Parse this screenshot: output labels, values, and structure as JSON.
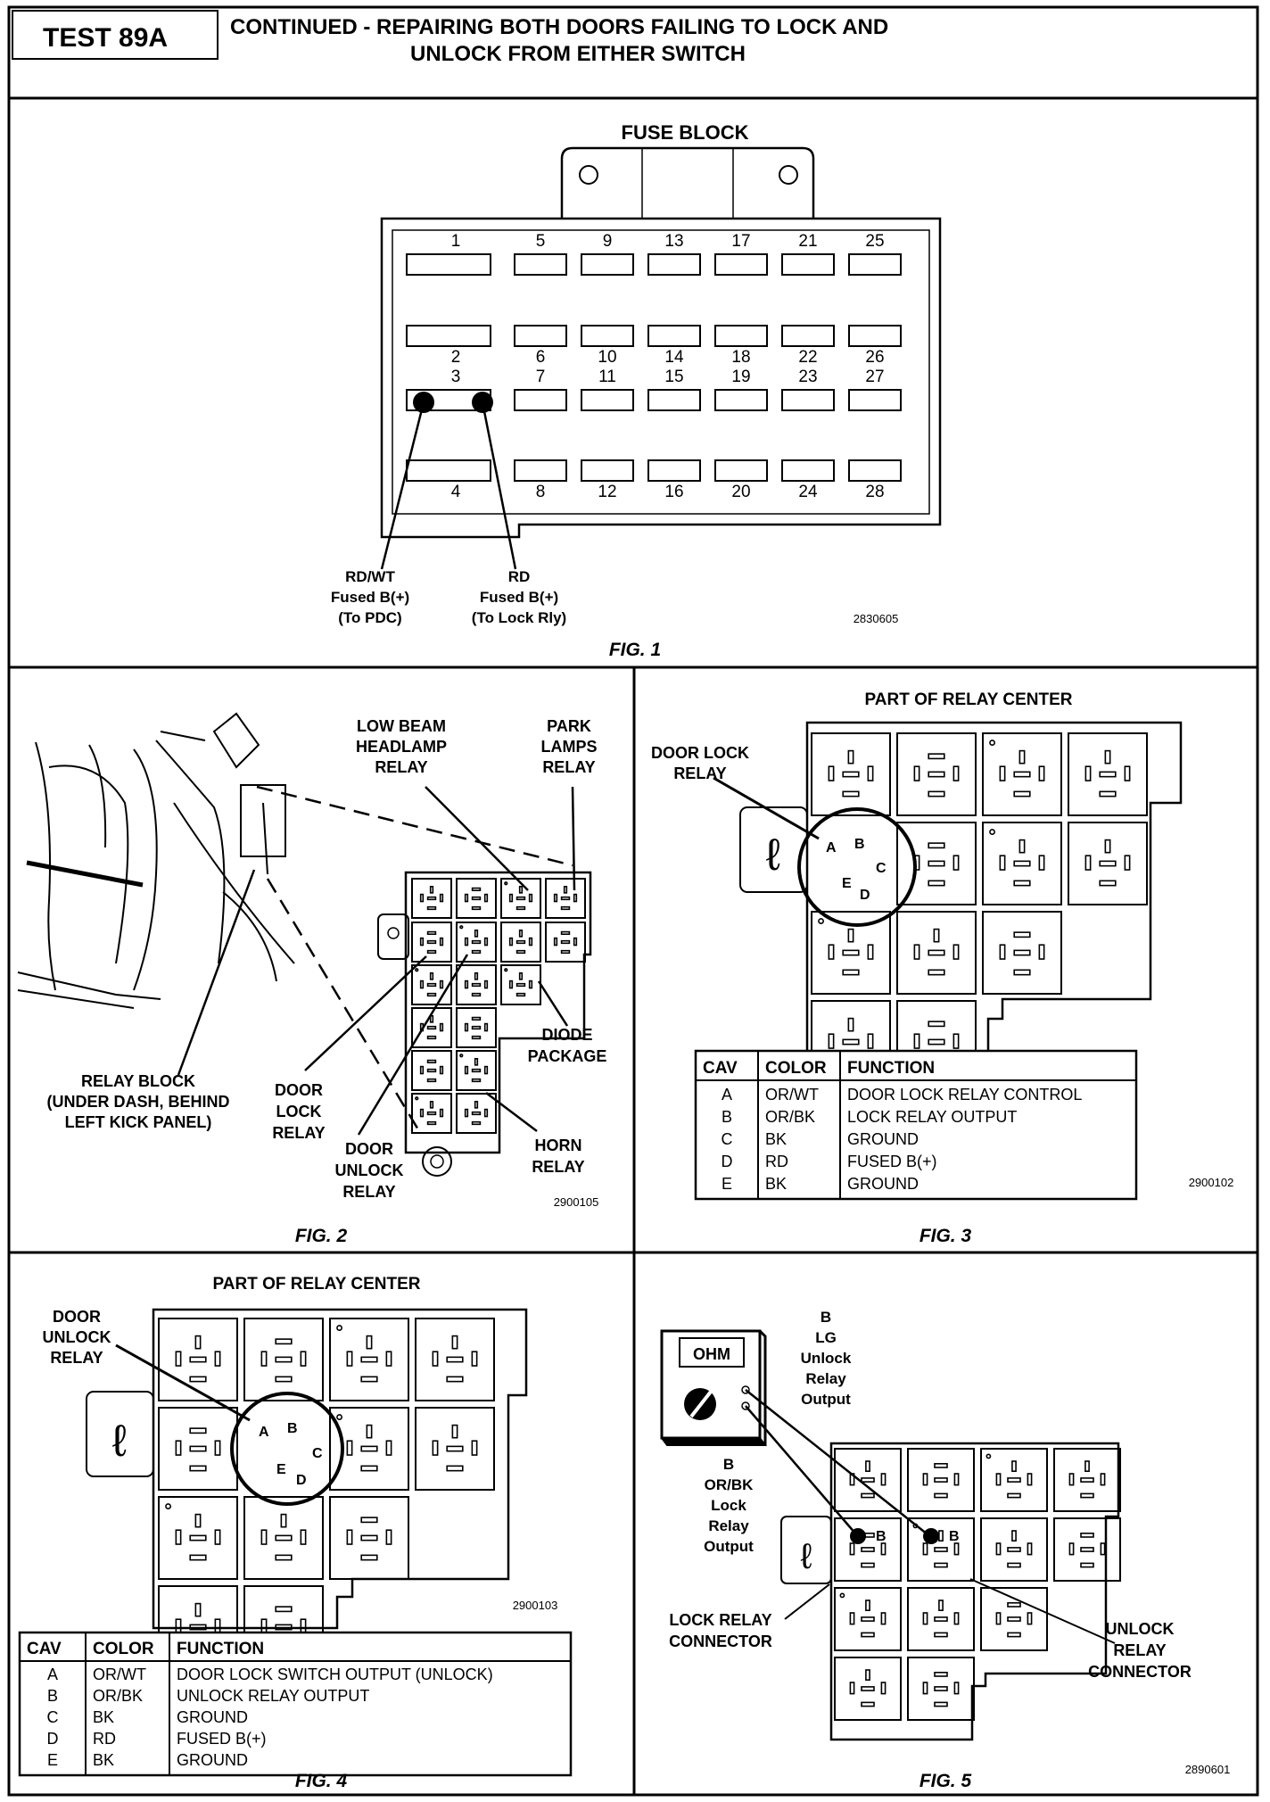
{
  "header": {
    "test_id": "TEST 89A",
    "title_line1": "CONTINUED -  REPAIRING BOTH DOORS FAILING TO LOCK AND",
    "title_line2": "UNLOCK FROM EITHER SWITCH"
  },
  "fig1": {
    "title": "FUSE BLOCK",
    "caption": "FIG. 1",
    "part_no": "2830605",
    "row1_numbers": [
      "1",
      "5",
      "9",
      "13",
      "17",
      "21",
      "25"
    ],
    "row2_numbers": [
      "2",
      "6",
      "10",
      "14",
      "18",
      "22",
      "26"
    ],
    "row3_numbers": [
      "3",
      "7",
      "11",
      "15",
      "19",
      "23",
      "27"
    ],
    "row4_numbers": [
      "4",
      "8",
      "12",
      "16",
      "20",
      "24",
      "28"
    ],
    "label_left": [
      "RD/WT",
      "Fused B(+)",
      "(To PDC)"
    ],
    "label_right": [
      "RD",
      "Fused B(+)",
      "(To Lock Rly)"
    ]
  },
  "fig2": {
    "caption": "FIG. 2",
    "part_no": "2900105",
    "low_beam": [
      "LOW BEAM",
      "HEADLAMP",
      "RELAY"
    ],
    "park_lamps": [
      "PARK",
      "LAMPS",
      "RELAY"
    ],
    "relay_block": [
      "RELAY BLOCK",
      "(UNDER DASH, BEHIND",
      "LEFT KICK PANEL)"
    ],
    "door_lock": [
      "DOOR",
      "LOCK",
      "RELAY"
    ],
    "door_unlock": [
      "DOOR",
      "UNLOCK",
      "RELAY"
    ],
    "diode": [
      "DIODE",
      "PACKAGE"
    ],
    "horn": [
      "HORN",
      "RELAY"
    ]
  },
  "fig3": {
    "title": "PART OF RELAY CENTER",
    "caption": "FIG. 3",
    "part_no": "2900102",
    "callout": [
      "DOOR LOCK",
      "RELAY"
    ],
    "pins": [
      "A",
      "B",
      "C",
      "D",
      "E"
    ],
    "table": {
      "headers": [
        "CAV",
        "COLOR",
        "FUNCTION"
      ],
      "rows": [
        [
          "A",
          "OR/WT",
          "DOOR LOCK RELAY CONTROL"
        ],
        [
          "B",
          "OR/BK",
          "LOCK RELAY OUTPUT"
        ],
        [
          "C",
          "BK",
          "GROUND"
        ],
        [
          "D",
          "RD",
          "FUSED B(+)"
        ],
        [
          "E",
          "BK",
          "GROUND"
        ]
      ]
    }
  },
  "fig4": {
    "title": "PART OF RELAY CENTER",
    "caption": "FIG. 4",
    "part_no": "2900103",
    "callout": [
      "DOOR",
      "UNLOCK",
      "RELAY"
    ],
    "pins": [
      "A",
      "B",
      "C",
      "D",
      "E"
    ],
    "table": {
      "headers": [
        "CAV",
        "COLOR",
        "FUNCTION"
      ],
      "rows": [
        [
          "A",
          "OR/WT",
          "DOOR LOCK SWITCH OUTPUT (UNLOCK)"
        ],
        [
          "B",
          "OR/BK",
          "UNLOCK RELAY OUTPUT"
        ],
        [
          "C",
          "BK",
          "GROUND"
        ],
        [
          "D",
          "RD",
          "FUSED B(+)"
        ],
        [
          "E",
          "BK",
          "GROUND"
        ]
      ]
    }
  },
  "fig5": {
    "caption": "FIG. 5",
    "part_no": "2890601",
    "meter_display": "OHM",
    "top_label": [
      "B",
      "LG",
      "Unlock",
      "Relay",
      "Output"
    ],
    "left_label": [
      "B",
      "OR/BK",
      "Lock",
      "Relay",
      "Output"
    ],
    "lock_conn": [
      "LOCK RELAY",
      "CONNECTOR"
    ],
    "unlock_conn": [
      "UNLOCK",
      "RELAY",
      "CONNECTOR"
    ],
    "pin_b": "B"
  }
}
